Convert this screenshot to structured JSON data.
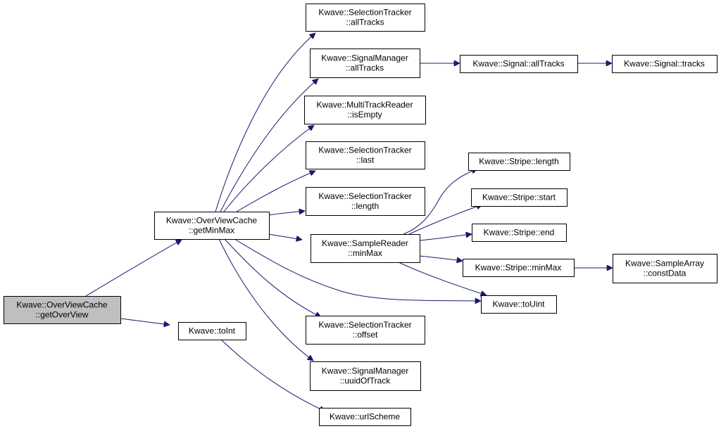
{
  "nodes": {
    "getOverView": {
      "lines": [
        "Kwave::OverViewCache",
        "::getOverView"
      ],
      "root": true
    },
    "getMinMax": {
      "lines": [
        "Kwave::OverViewCache",
        "::getMinMax"
      ]
    },
    "toInt": {
      "lines": [
        "Kwave::toInt"
      ]
    },
    "selAllTracks": {
      "lines": [
        "Kwave::SelectionTracker",
        "::allTracks"
      ]
    },
    "sigMgrAllTracks": {
      "lines": [
        "Kwave::SignalManager",
        "::allTracks"
      ]
    },
    "signalAllTracks": {
      "lines": [
        "Kwave::Signal::allTracks"
      ]
    },
    "signalTracks": {
      "lines": [
        "Kwave::Signal::tracks"
      ]
    },
    "mtrIsEmpty": {
      "lines": [
        "Kwave::MultiTrackReader",
        "::isEmpty"
      ]
    },
    "selLast": {
      "lines": [
        "Kwave::SelectionTracker",
        "::last"
      ]
    },
    "selLength": {
      "lines": [
        "Kwave::SelectionTracker",
        "::length"
      ]
    },
    "srMinMax": {
      "lines": [
        "Kwave::SampleReader",
        "::minMax"
      ]
    },
    "stripeLength": {
      "lines": [
        "Kwave::Stripe::length"
      ]
    },
    "stripeStart": {
      "lines": [
        "Kwave::Stripe::start"
      ]
    },
    "stripeEnd": {
      "lines": [
        "Kwave::Stripe::end"
      ]
    },
    "stripeMinMax": {
      "lines": [
        "Kwave::Stripe::minMax"
      ]
    },
    "saConstData": {
      "lines": [
        "Kwave::SampleArray",
        "::constData"
      ]
    },
    "toUint": {
      "lines": [
        "Kwave::toUint"
      ]
    },
    "selOffset": {
      "lines": [
        "Kwave::SelectionTracker",
        "::offset"
      ]
    },
    "sigMgrUuid": {
      "lines": [
        "Kwave::SignalManager",
        "::uuidOfTrack"
      ]
    },
    "urlScheme": {
      "lines": [
        "Kwave::urlScheme"
      ]
    }
  },
  "edges": [
    [
      "getOverView",
      "getMinMax"
    ],
    [
      "getOverView",
      "toInt"
    ],
    [
      "getMinMax",
      "selAllTracks"
    ],
    [
      "getMinMax",
      "sigMgrAllTracks"
    ],
    [
      "getMinMax",
      "mtrIsEmpty"
    ],
    [
      "getMinMax",
      "selLast"
    ],
    [
      "getMinMax",
      "selLength"
    ],
    [
      "getMinMax",
      "srMinMax"
    ],
    [
      "getMinMax",
      "toUint"
    ],
    [
      "getMinMax",
      "selOffset"
    ],
    [
      "getMinMax",
      "sigMgrUuid"
    ],
    [
      "sigMgrAllTracks",
      "signalAllTracks"
    ],
    [
      "signalAllTracks",
      "signalTracks"
    ],
    [
      "srMinMax",
      "stripeLength"
    ],
    [
      "srMinMax",
      "stripeStart"
    ],
    [
      "srMinMax",
      "stripeEnd"
    ],
    [
      "srMinMax",
      "stripeMinMax"
    ],
    [
      "srMinMax",
      "toUint"
    ],
    [
      "stripeMinMax",
      "saConstData"
    ],
    [
      "toInt",
      "urlScheme"
    ]
  ]
}
